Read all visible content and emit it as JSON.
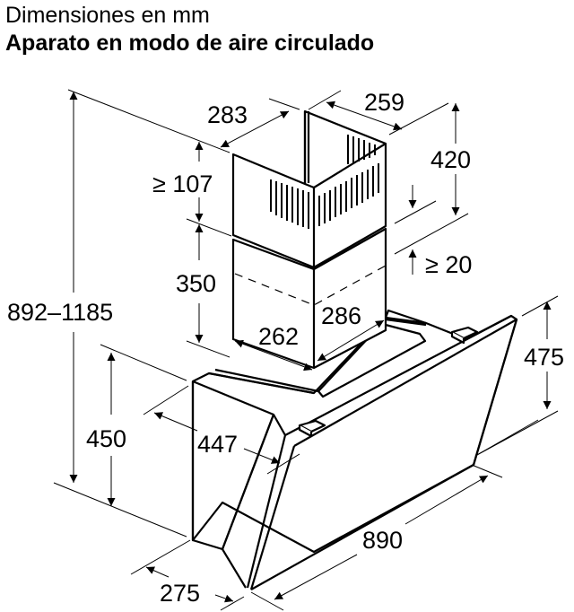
{
  "header": {
    "title": "Dimensiones en mm",
    "subtitle": "Aparato en modo de aire circulado"
  },
  "dimensions": {
    "total_height_range": "892–1185",
    "chimney_top_depth": "283",
    "chimney_top_width": "259",
    "upper_chimney_height": "420",
    "ceiling_gap_min": "≥ 107",
    "chimney_overlap_min": "≥ 20",
    "lower_chimney_height": "350",
    "chimney_base_width": "262",
    "chimney_base_depth": "286",
    "hood_back_height": "475",
    "hood_side_height": "450",
    "hood_diagonal_depth": "447",
    "hood_bottom_depth": "275",
    "hood_width": "890"
  },
  "colors": {
    "line": "#000000",
    "background": "#ffffff"
  }
}
